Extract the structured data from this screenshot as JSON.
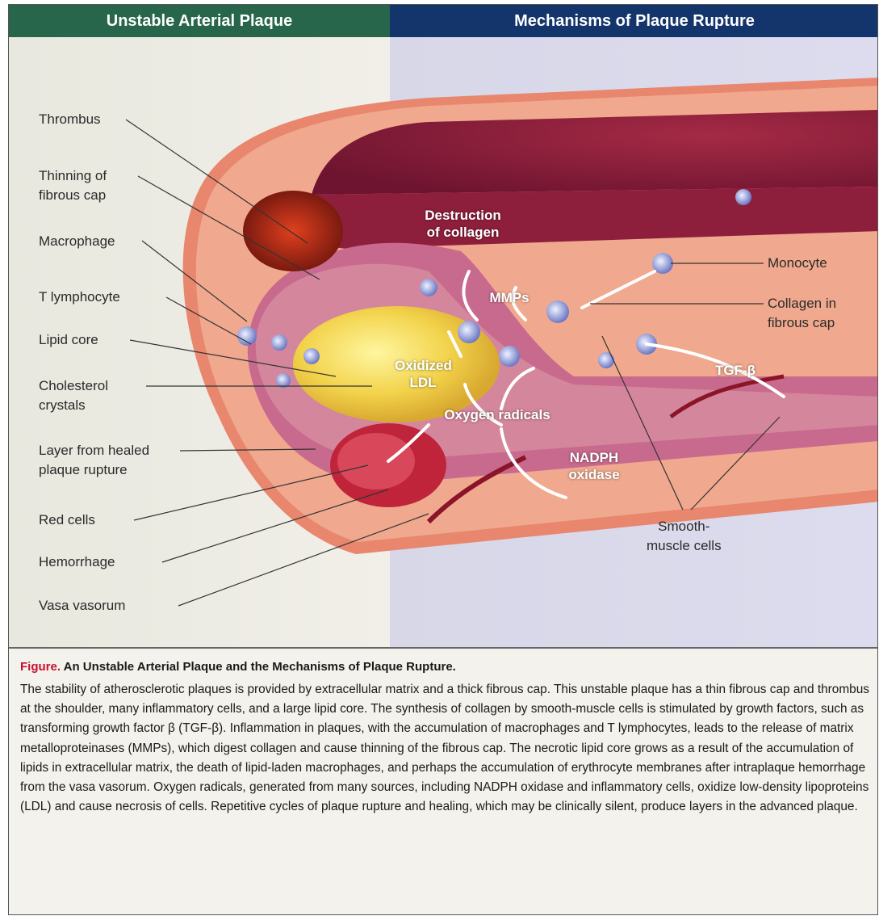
{
  "header": {
    "left_title": "Unstable Arterial Plaque",
    "right_title": "Mechanisms of Plaque Rupture"
  },
  "labels_left": {
    "thrombus": "Thrombus",
    "thinning": "Thinning of\nfibrous cap",
    "macrophage": "Macrophage",
    "t_lymphocyte": "T lymphocyte",
    "lipid_core": "Lipid core",
    "cholesterol": "Cholesterol\ncrystals",
    "layer": "Layer from healed\nplaque rupture",
    "red_cells": "Red cells",
    "hemorrhage": "Hemorrhage",
    "vasa": "Vasa vasorum"
  },
  "labels_right": {
    "monocyte": "Monocyte",
    "collagen": "Collagen in\nfibrous cap",
    "smooth_muscle": "Smooth-\nmuscle cells"
  },
  "labels_inner": {
    "destruction": "Destruction\nof collagen",
    "mmps": "MMPs",
    "oxidized": "Oxidized\nLDL",
    "oxygen": "Oxygen radicals",
    "nadph": "NADPH\noxidase",
    "tgf": "TGF-β"
  },
  "caption": {
    "prefix": "Figure.",
    "title": "An Unstable Arterial Plaque and the Mechanisms of Plaque Rupture.",
    "body": "The stability of atherosclerotic plaques is provided by extracellular matrix and a thick fibrous cap. This unstable plaque has a thin fibrous cap and thrombus at the shoulder, many inflammatory cells, and a large lipid core. The synthesis of collagen by smooth-muscle cells is stimulated by growth factors, such as transforming growth factor β (TGF-β). Inflammation in plaques, with the accumulation of macrophages and T lymphocytes, leads to the release of matrix metalloproteinases (MMPs), which digest collagen and cause thinning of the fibrous cap. The necrotic lipid core grows as a result of the accumulation of lipids in extracellular matrix, the death of lipid-laden macrophages, and perhaps the accumulation of erythrocyte membranes after intraplaque hemorrhage from the vasa vasorum. Oxygen radicals, generated from many sources, including NADPH oxidase and inflammatory cells, oxidize low-density lipoproteins (LDL) and cause necrosis of cells. Repetitive cycles of plaque rupture and healing, which may be clinically silent, produce layers in the advanced plaque."
  },
  "colors": {
    "header_left": "#27664a",
    "header_right": "#13356b",
    "caption_prefix": "#c8102e"
  }
}
